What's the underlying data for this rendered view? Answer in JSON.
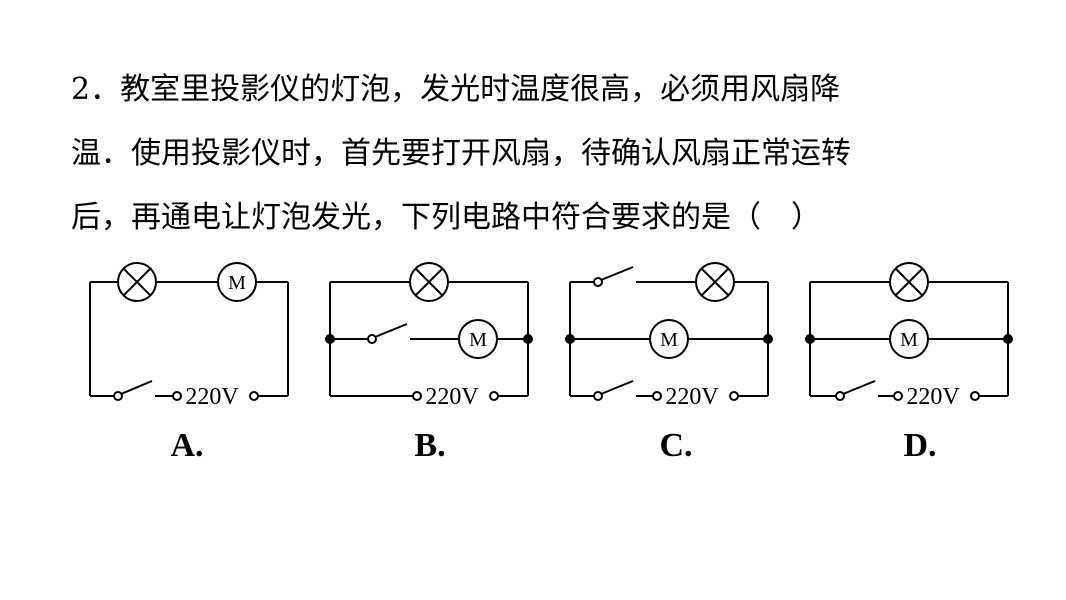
{
  "question": {
    "lines": [
      "2．教室里投影仪的灯泡，发光时温度很高，必须用风扇降",
      "温．使用投影仪时，首先要打开风扇，待确认风扇正常运转",
      "后，再通电让灯泡发光，下列电路中符合要求的是（　）"
    ]
  },
  "options": [
    {
      "label": "A.",
      "source": "220V",
      "motor": "M"
    },
    {
      "label": "B.",
      "source": "220V",
      "motor": "M"
    },
    {
      "label": "C.",
      "source": "220V",
      "motor": "M"
    },
    {
      "label": "D.",
      "source": "220V",
      "motor": "M"
    }
  ],
  "icons": {
    "lamp": "lamp-icon",
    "motor": "motor-icon",
    "switch": "switch-icon"
  }
}
